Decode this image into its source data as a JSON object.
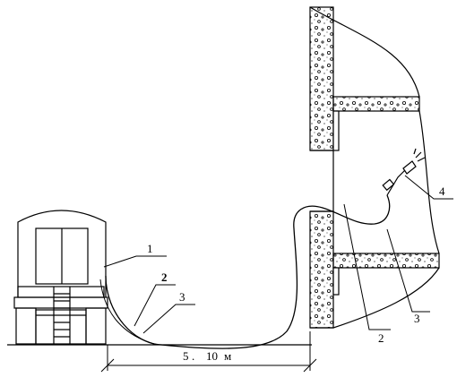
{
  "callouts": {
    "label1": "1",
    "label2_left": "2",
    "label3_left": "3",
    "label2_right": "2",
    "label3_right": "3",
    "label4": "4"
  },
  "dimension": {
    "from": "5",
    "sep": ".",
    "to": "10",
    "unit": "м"
  }
}
